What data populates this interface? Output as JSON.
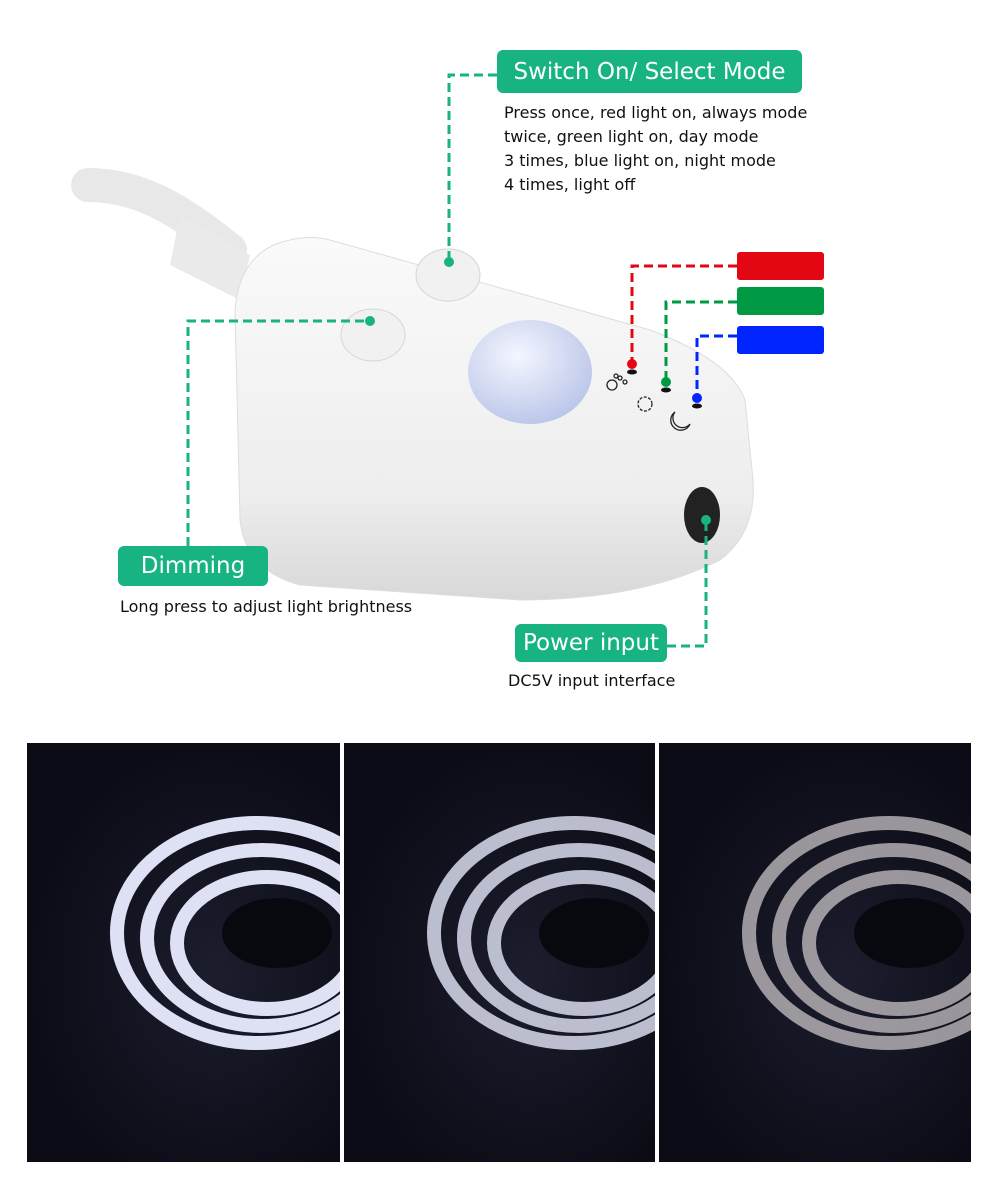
{
  "switch": {
    "title": "Switch On/ Select Mode",
    "lines": [
      "Press once, red light on, always mode",
      "twice, green light on, day mode",
      "3 times, blue light on, night mode",
      "4 times, light off"
    ]
  },
  "indicators": {
    "colors": [
      "#e30613",
      "#009a44",
      "#0025ff"
    ],
    "icons": [
      "paw-icon",
      "sun-icon",
      "moon-icon"
    ]
  },
  "dimming": {
    "title": "Dimming",
    "description": "Long press to adjust light brightness"
  },
  "power": {
    "title": "Power input",
    "description": "DC5V input interface"
  },
  "accent": "#17b383",
  "photos": [
    "led-strip-bright",
    "led-strip-medium",
    "led-strip-dim"
  ]
}
